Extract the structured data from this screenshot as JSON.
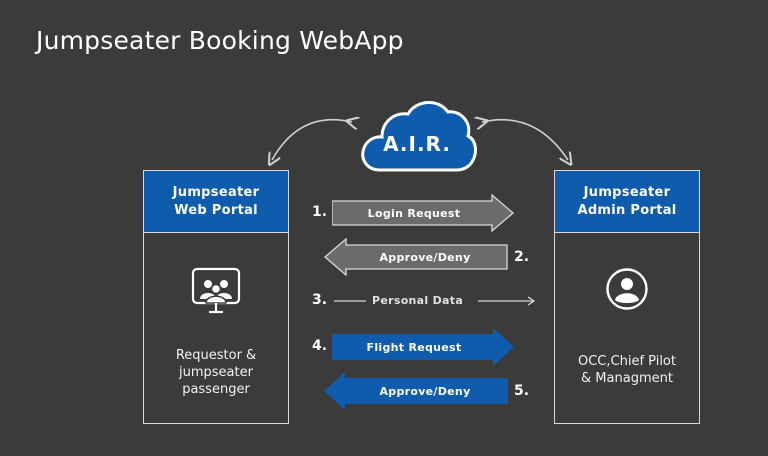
{
  "title": "Jumpseater Booking WebApp",
  "cloud": {
    "label": "A.I.R."
  },
  "left_panel": {
    "header_line1": "Jumpseater",
    "header_line2": "Web Portal",
    "caption_line1": "Requestor &",
    "caption_line2": "jumpseater",
    "caption_line3": "passenger",
    "icon": "group-presentation-icon"
  },
  "right_panel": {
    "header_line1": "Jumpseater",
    "header_line2": "Admin Portal",
    "caption_line1": "OCC,Chief Pilot",
    "caption_line2": "& Managment",
    "icon": "user-circle-icon"
  },
  "steps": [
    {
      "number": "1.",
      "label": "Login Request",
      "direction": "right",
      "style": "gray"
    },
    {
      "number": "2.",
      "label": "Approve/Deny",
      "direction": "left",
      "style": "gray"
    },
    {
      "number": "3.",
      "label": "Personal Data",
      "direction": "right",
      "style": "line"
    },
    {
      "number": "4.",
      "label": "Flight Request",
      "direction": "right",
      "style": "blue"
    },
    {
      "number": "5.",
      "label": "Approve/Deny",
      "direction": "left",
      "style": "blue"
    }
  ],
  "colors": {
    "background": "#3b3b3b",
    "blue": "#0f5bad",
    "gray_arrow": "#6b6b6b",
    "border": "#d9d9d9"
  }
}
